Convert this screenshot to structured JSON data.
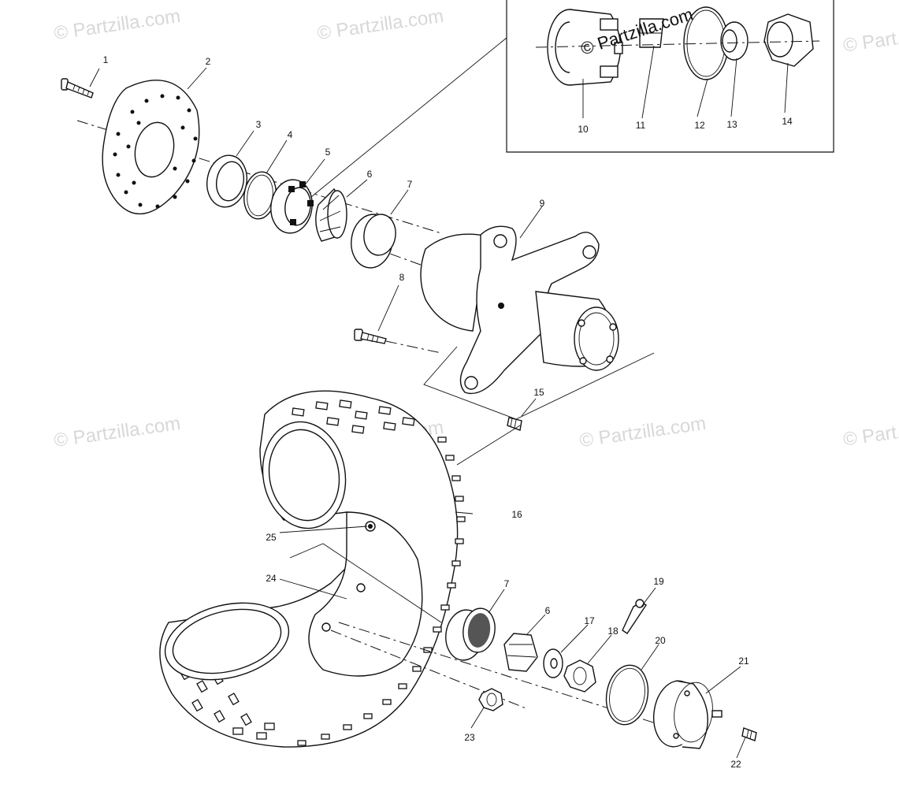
{
  "watermark": "© Partzilla.com",
  "inset_watermark": "© Partzilla.com",
  "callouts": {
    "c1": "1",
    "c2": "2",
    "c3": "3",
    "c4": "4",
    "c5": "5",
    "c6a": "6",
    "c7a": "7",
    "c8": "8",
    "c9": "9",
    "c10": "10",
    "c11": "11",
    "c12": "12",
    "c13": "13",
    "c14": "14",
    "c15": "15",
    "c16": "16",
    "c7b": "7",
    "c6b": "6",
    "c17": "17",
    "c18": "18",
    "c19": "19",
    "c20": "20",
    "c21": "21",
    "c22": "22",
    "c23": "23",
    "c24": "24",
    "c25": "25"
  }
}
